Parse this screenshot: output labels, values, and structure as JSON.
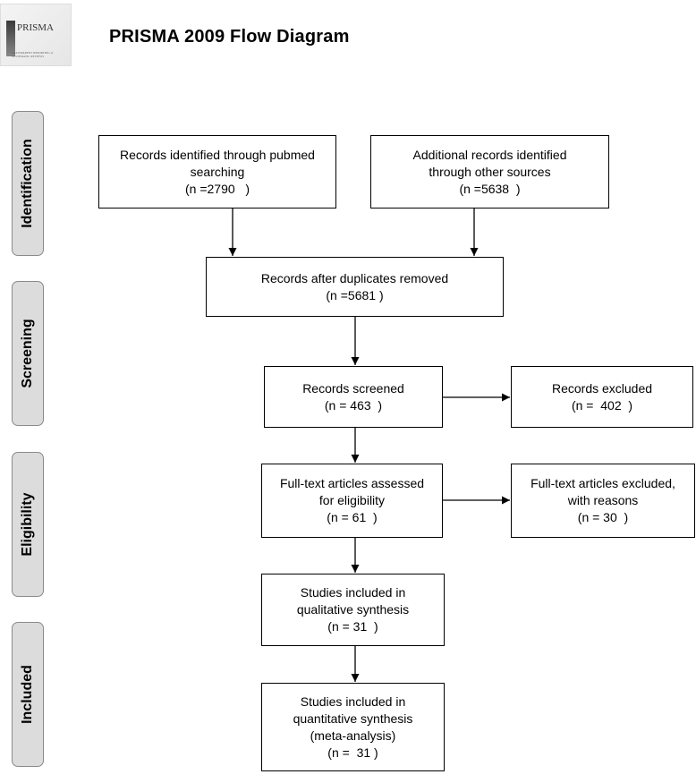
{
  "header": {
    "logo_text": "PRISMA",
    "logo_tagline": "TRANSPARENT REPORTING of SYSTEMATIC REVIEWS",
    "title": "PRISMA 2009 Flow Diagram"
  },
  "phases": {
    "identification": "Identification",
    "screening": "Screening",
    "eligibility": "Eligibility",
    "included": "Included"
  },
  "boxes": {
    "pubmed": {
      "line1": "Records identified through pubmed",
      "line2": "searching",
      "line3": "(n =2790   )"
    },
    "other_sources": {
      "line1": "Additional records identified",
      "line2": "through other sources",
      "line3": "(n =5638  )"
    },
    "duplicates_removed": {
      "line1": "Records after duplicates removed",
      "line2": "(n =5681 )"
    },
    "screened": {
      "line1": "Records screened",
      "line2": "(n = 463  )"
    },
    "excluded": {
      "line1": "Records excluded",
      "line2": "(n =  402  )"
    },
    "fulltext_assessed": {
      "line1": "Full-text articles assessed",
      "line2": "for eligibility",
      "line3": "(n = 61  )"
    },
    "fulltext_excluded": {
      "line1": "Full-text articles excluded,",
      "line2": "with reasons",
      "line3": "(n = 30  )"
    },
    "qualitative": {
      "line1": "Studies included in",
      "line2": "qualitative synthesis",
      "line3": "(n = 31  )"
    },
    "quantitative": {
      "line1": "Studies included in",
      "line2": "quantitative synthesis",
      "line3": "(meta-analysis)",
      "line4": "(n =  31 )"
    }
  }
}
